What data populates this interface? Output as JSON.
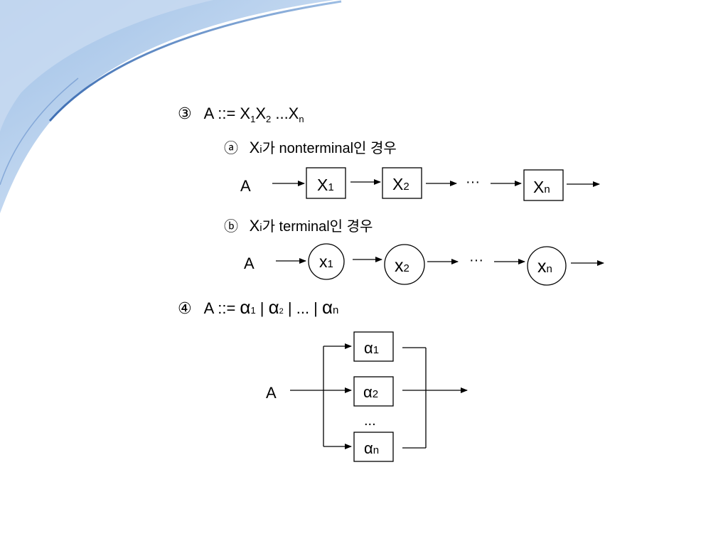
{
  "rule3": {
    "marker": "③",
    "lhs": "A ::= X",
    "sub1": "1",
    "x2": "X",
    "sub2": "2",
    "dots": " ...X",
    "subn": "n"
  },
  "case_a": {
    "marker": "ⓐ",
    "xi": "X",
    "i": "i",
    "text": "가 nonterminal인 경우",
    "start": "A",
    "nodes": [
      {
        "base": "X",
        "sub": "1"
      },
      {
        "base": "X",
        "sub": "2"
      },
      {
        "base": "X",
        "sub": "n"
      }
    ],
    "ellipsis": "···"
  },
  "case_b": {
    "marker": "ⓑ",
    "xi": "X",
    "i": "i",
    "text": "가 terminal인 경우",
    "start": "A",
    "nodes": [
      {
        "base": "x",
        "sub": "1"
      },
      {
        "base": "x",
        "sub": "2"
      },
      {
        "base": "x",
        "sub": "n"
      }
    ],
    "ellipsis": "···"
  },
  "rule4": {
    "marker": "④",
    "lhs": "A ::= ",
    "a1": "α",
    "s1": "1",
    "bar1": " | ",
    "a2": "α",
    "s2": "2",
    "mid": " | ... | ",
    "an": "α",
    "sn": "n"
  },
  "alt": {
    "start": "A",
    "nodes": [
      {
        "base": "α",
        "sub": "1"
      },
      {
        "base": "α",
        "sub": "2"
      },
      {
        "base": "α",
        "sub": "n"
      }
    ],
    "ellipsis": "..."
  },
  "colors": {
    "swoosh_light": "#dbe8f6",
    "swoosh_mid": "#a9c6e8",
    "swoosh_dark": "#4f7fc0"
  }
}
